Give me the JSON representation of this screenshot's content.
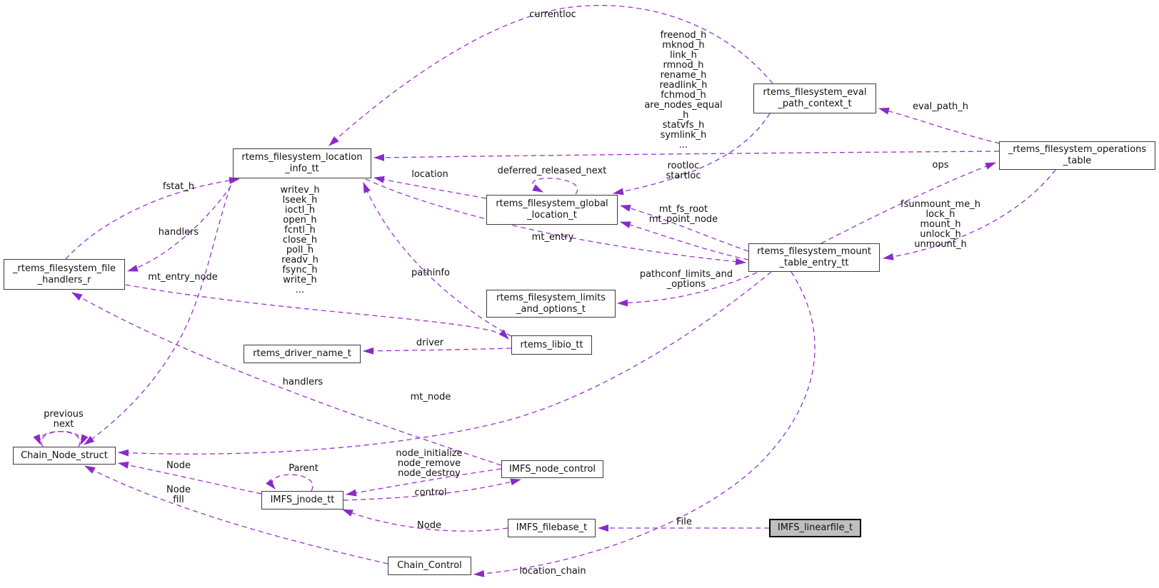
{
  "title": "IMFS_linearfile_t collaboration diagram",
  "colors": {
    "edge": "#9a32cd",
    "arrowhead": "#8b2ac9",
    "highlight_node_fill": "#bfbfbf",
    "node_border": "#3c3c3c"
  },
  "nodes": {
    "location_info": {
      "label": "rtems_filesystem_location\n_info_tt"
    },
    "eval_path_context": {
      "label": "rtems_filesystem_eval\n_path_context_t"
    },
    "operations_table": {
      "label": "_rtems_filesystem_operations\n_table"
    },
    "global_location": {
      "label": "rtems_filesystem_global\n_location_t"
    },
    "mount_table_entry": {
      "label": "rtems_filesystem_mount\n_table_entry_tt"
    },
    "limits_and_options": {
      "label": "rtems_filesystem_limits\n_and_options_t"
    },
    "libio": {
      "label": "rtems_libio_tt"
    },
    "driver_name": {
      "label": "rtems_driver_name_t"
    },
    "file_handlers": {
      "label": "_rtems_filesystem_file\n_handlers_r"
    },
    "chain_node": {
      "label": "Chain_Node_struct"
    },
    "jnode": {
      "label": "IMFS_jnode_tt"
    },
    "node_control": {
      "label": "IMFS_node_control"
    },
    "filebase": {
      "label": "IMFS_filebase_t"
    },
    "chain_control": {
      "label": "Chain_Control"
    },
    "linearfile": {
      "label": "IMFS_linearfile_t"
    }
  },
  "edge_labels": {
    "currentloc": "currentloc",
    "ops_members": "freenod_h\nmknod_h\nlink_h\nrmnod_h\nrename_h\nreadlink_h\nfchmod_h\nare_nodes_equal\n_h\nstatvfs_h\nsymlink_h\n...",
    "rootloc_startloc": "rootloc\nstartloc",
    "eval_path_h": "eval_path_h",
    "ops": "ops",
    "location": "location",
    "deferred_released_next": "deferred_released_next",
    "mt_fs_root_mt_point_node": "mt_fs_root\nmt_point_node",
    "mt_entry": "mt_entry",
    "mount_ops_members": "fsunmount_me_h\nlock_h\nmount_h\nunlock_h\nunmount_h",
    "pathconf_limits_and_options": "pathconf_limits_and\n_options",
    "pathinfo": "pathinfo",
    "handler_members": "writev_h\nlseek_h\nioctl_h\nopen_h\nfcntl_h\nclose_h\npoll_h\nreadv_h\nfsync_h\nwrite_h\n...",
    "fstat_h": "fstat_h",
    "handlers_location": "handlers",
    "mt_entry_node": "mt_entry_node",
    "handlers_control": "handlers",
    "driver": "driver",
    "mt_node": "mt_node",
    "previous_next": "previous\nnext",
    "node_jnode": "Node",
    "node_fill": "Node\nfill",
    "parent": "Parent",
    "node_control_ops": "node_initialize\nnode_remove\nnode_destroy",
    "control": "control",
    "node_filebase": "Node",
    "file": "File",
    "location_chain": "location_chain"
  }
}
